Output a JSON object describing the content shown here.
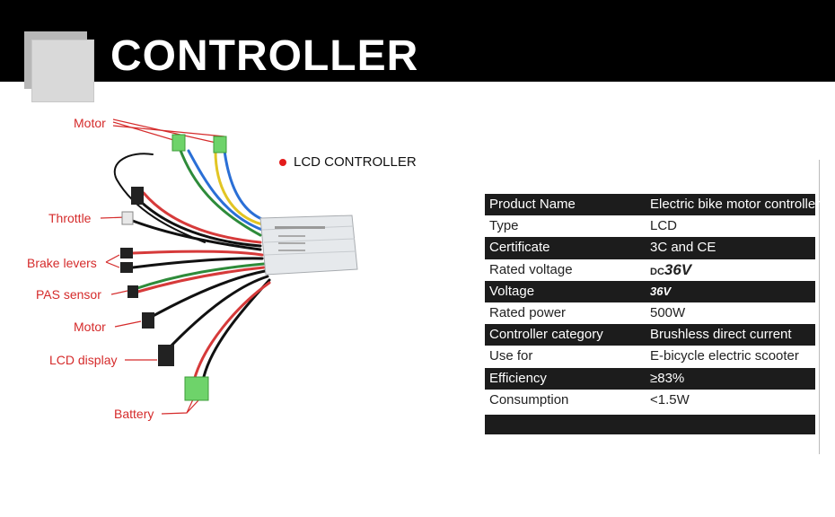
{
  "header": {
    "title": "CONTROLLER"
  },
  "diagram": {
    "labels": {
      "motor_top": "Motor",
      "throttle": "Throttle",
      "brake_levers": "Brake levers",
      "pas_sensor": "PAS sensor",
      "motor_bottom": "Motor",
      "lcd_display": "LCD display",
      "battery": "Battery"
    },
    "lcd_controller": "LCD CONTROLLER"
  },
  "specs": [
    {
      "key": "Product Name",
      "value": "Electric bike motor controller",
      "dark": true
    },
    {
      "key": "Type",
      "value": "LCD",
      "dark": false
    },
    {
      "key": "Certificate",
      "value": "3C and CE",
      "dark": true
    },
    {
      "key": "Rated voltage",
      "value_prefix": "DC",
      "value": "36V",
      "dark": false
    },
    {
      "key": "Voltage",
      "value": "36V",
      "dark": true
    },
    {
      "key": "Rated power",
      "value": "500W",
      "dark": false
    },
    {
      "key": "Controller category",
      "value": "Brushless direct current",
      "dark": true
    },
    {
      "key": "Use for",
      "value": "E-bicycle electric scooter",
      "dark": false
    },
    {
      "key": "Efficiency",
      "value": "≥83%",
      "dark": true
    },
    {
      "key": "Consumption",
      "value": "<1.5W",
      "dark": false
    }
  ]
}
